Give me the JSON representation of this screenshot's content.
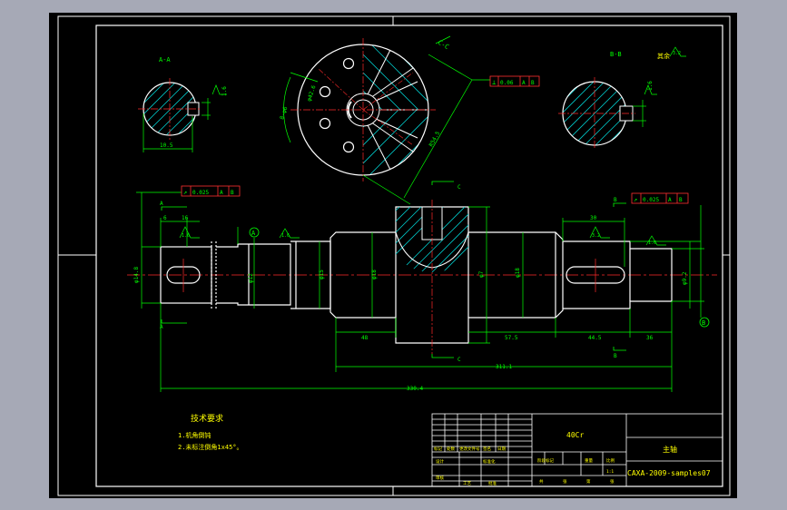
{
  "colors": {
    "background": "#a6a9b6",
    "sheet": "#000000",
    "frame": "#ffffff",
    "outline": "#ffffff",
    "dimension": "#00ff00",
    "centerline": "#ff2a2a",
    "hatch": "#00c8c8",
    "annotation": "#ffff00",
    "tolerance": "#ff3030"
  },
  "views": {
    "section_a_label": "A-A",
    "section_b_label": "B-B",
    "section_c_label": "C-C",
    "section_b_note": "其余"
  },
  "dimensions": {
    "left_width": "6",
    "left_keyway": "16",
    "left_diameter": "φ14.8",
    "seg2_diameter": "φ12",
    "seg3_diameter": "φ15",
    "collar_diameter": "φ18",
    "core_diameter": "φ7",
    "right_diameter": "φ18",
    "right_end_diameter": "φ9.2",
    "right_keyway": "30",
    "length_48": "48",
    "length_57_5": "57.5",
    "length_44_5": "44.5",
    "length_36": "36",
    "length_311_1": "311.1",
    "length_330_4": "330.4",
    "section_a_width": "10.5",
    "section_a_depth": "1.6",
    "section_b_depth": "1.6",
    "pitch_circle": "8-φ6",
    "bolt_circle": "φ42.6",
    "flange_diameter": "R54.5",
    "roughness_1": "1.6",
    "roughness_2": "1.6",
    "roughness_3": "3.2",
    "roughness_4": "1.6",
    "datum_a": "A",
    "datum_b": "B"
  },
  "tolerances": {
    "runout_left": [
      "↗",
      "0.025",
      "A",
      "B"
    ],
    "runout_right": [
      "↗",
      "0.025",
      "A",
      "B"
    ],
    "perpendicularity_top": [
      "⊥",
      "0.06",
      "A",
      "B"
    ]
  },
  "tech_requirements": {
    "title": "技术要求",
    "items": [
      "1.机角倒钝",
      "2.未标注倒角1x45°。"
    ]
  },
  "title_block": {
    "material": "40Cr",
    "part_name": "主轴",
    "drawing_number": "CAXA-2009-samples07",
    "small_labels": [
      "标记",
      "处数",
      "更改文件号",
      "签名",
      "日期",
      "设计",
      "标准化",
      "审核",
      "工艺",
      "批准",
      "阶段标记",
      "重量",
      "比例",
      "共",
      "张",
      "第",
      "张",
      "1:1"
    ]
  }
}
